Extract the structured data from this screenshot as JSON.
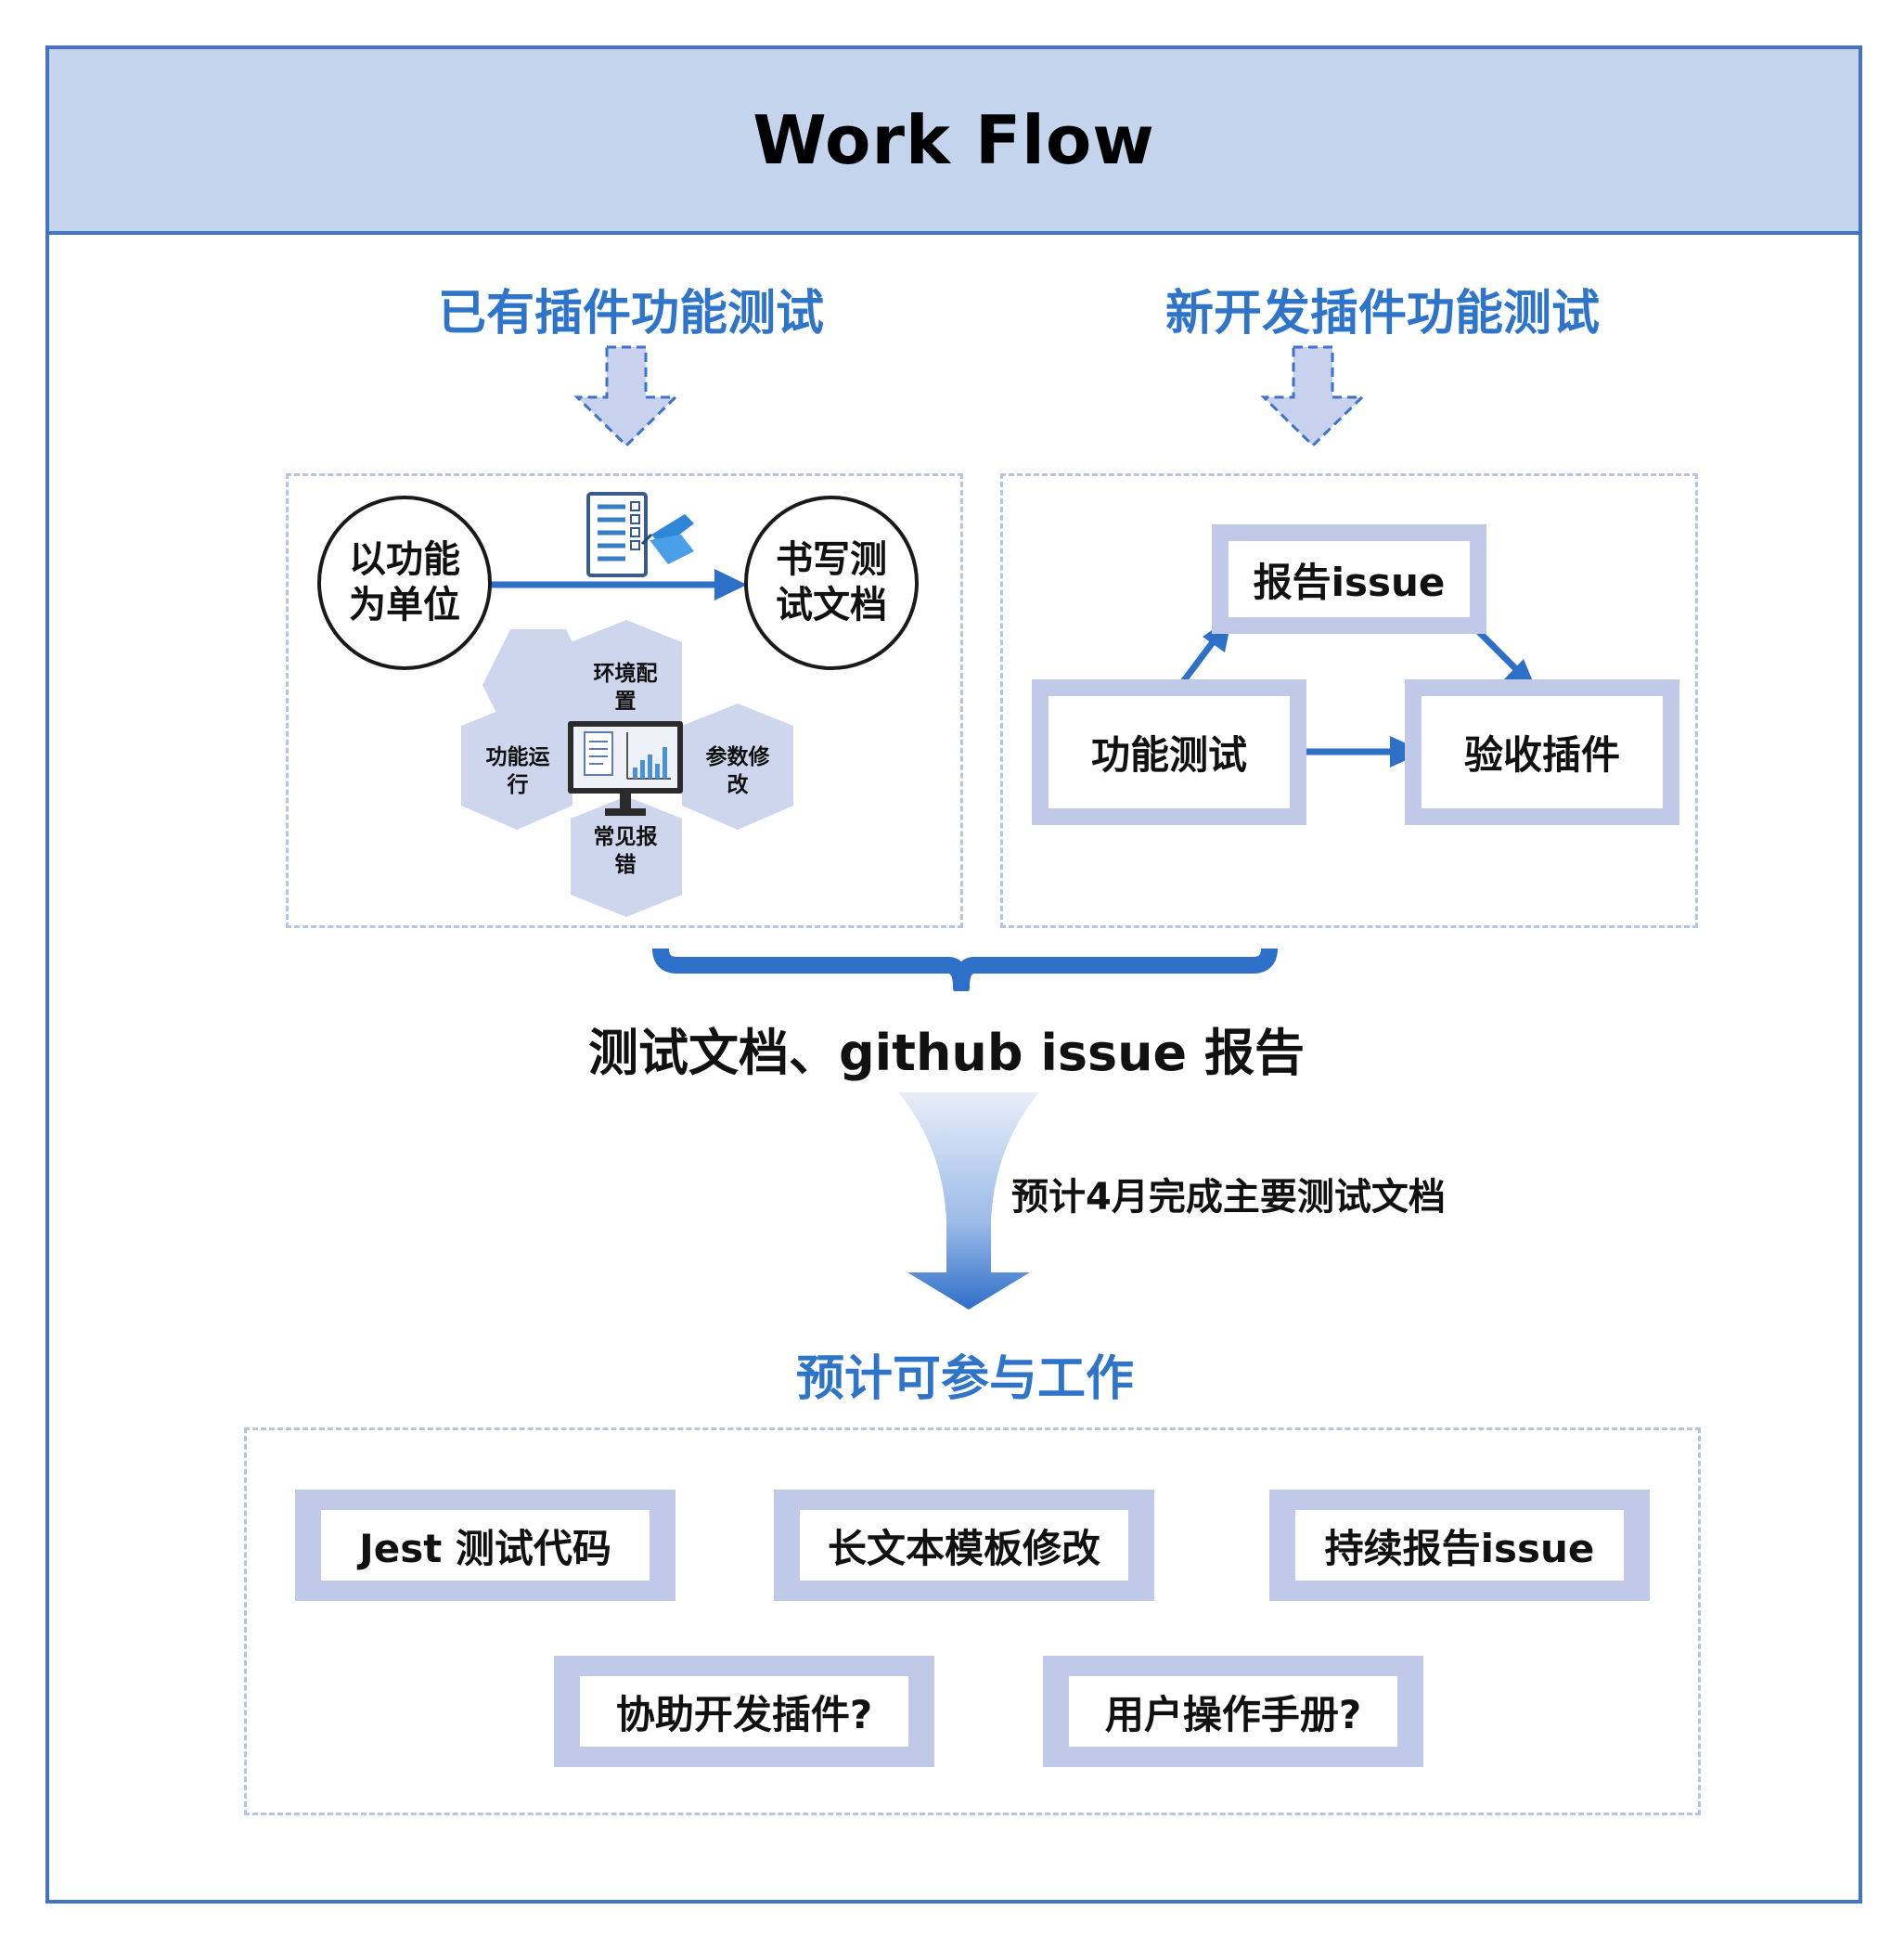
{
  "header": {
    "title": "Work Flow"
  },
  "existing_plugins": {
    "title": "已有插件功能测试",
    "start_node": "以功能为单位",
    "end_node": "书写测试文档",
    "hexagons": {
      "top": "环境配置",
      "left": "功能运行",
      "right": "参数修改",
      "bottom": "常见报错"
    }
  },
  "new_plugins": {
    "title": "新开发插件功能测试",
    "report_node": "报告issue",
    "test_node": "功能测试",
    "accept_node": "验收插件"
  },
  "outputs": {
    "label": "测试文档、github issue 报告"
  },
  "plan": {
    "label": "预计4月完成主要测试文档"
  },
  "participation": {
    "title": "预计可参与工作",
    "tasks": [
      "Jest 测试代码",
      "长文本模板修改",
      "持续报告issue",
      "协助开发插件?",
      "用户操作手册?"
    ]
  },
  "colors": {
    "accent_blue": "#2e74c9",
    "header_bg": "#c5d4ed",
    "box_border": "#c0c9e8",
    "frame": "#4472c4"
  }
}
